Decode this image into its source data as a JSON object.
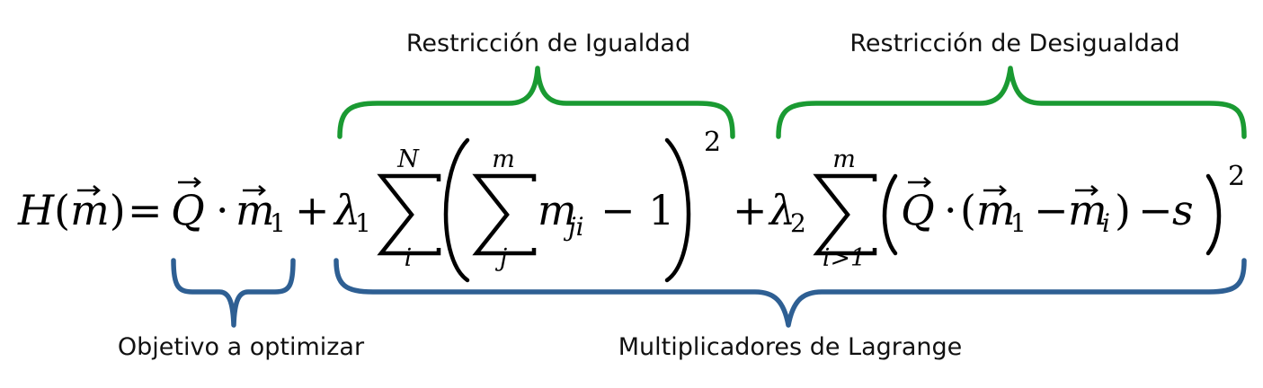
{
  "labels": {
    "equality_constraint": "Restricción de Igualdad",
    "inequality_constraint": "Restricción de Desigualdad",
    "objective": "Objetivo a optimizar",
    "lagrange_multipliers": "Multiplicadores de Lagrange"
  },
  "equation": {
    "lhs": "H(m⃗)",
    "equals": "=",
    "objective_term": "Q⃗ · m⃗₁",
    "plus1": "+",
    "lambda1": "λ",
    "lambda1_sub": "1",
    "sum1_upper": "N",
    "sum1_lower": "i",
    "inner_sum_upper": "m",
    "inner_sum_lower": "j",
    "inner_term": "m",
    "inner_term_sub": "ji",
    "minus_one": "− 1",
    "square1": "2",
    "plus2": "+",
    "lambda2": "λ",
    "lambda2_sub": "2",
    "sum2_upper": "m",
    "sum2_lower": "i>1",
    "ineq_term": "Q⃗ · (m⃗₁ − m⃗ᵢ) − s",
    "square2": "2"
  },
  "colors": {
    "constraint_brace": "#1a9a32",
    "multiplier_brace": "#2e5f93",
    "text": "#111111"
  }
}
